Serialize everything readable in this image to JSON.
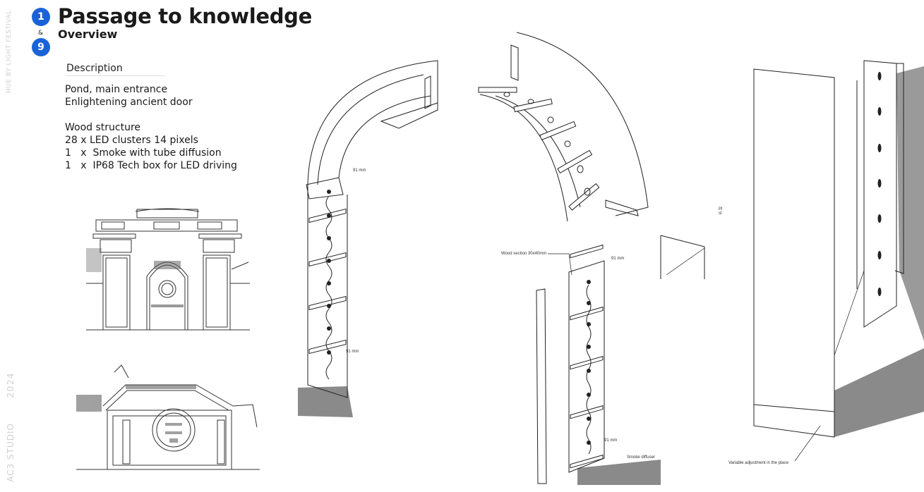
{
  "sidebar": {
    "festival": "HUE BY LIGHT FESTIVAL",
    "year": "2024",
    "studio": "AC3 STUDIO"
  },
  "badges": {
    "first": "1",
    "joiner": "&",
    "second": "9"
  },
  "header": {
    "title": "Passage to knowledge",
    "subtitle": "Overview"
  },
  "description": {
    "heading": "Description",
    "lines": [
      "Pond, main entrance",
      "Enlightening ancient door",
      "Wood structure",
      "28 x LED clusters 14 pixels",
      "1   x  Smoke with tube diffusion",
      "1   x  IP68 Tech box for LED driving"
    ]
  },
  "annotations": {
    "dim_top": "91 mm",
    "dim_bottom": "91 mm",
    "dim_front": "91 mm",
    "dim_front_bottom": "91 mm",
    "wood_section": "Wood section 30x40mm",
    "smoke_diffuser": "Smoke diffuser",
    "variable_adjustment": "Variable adjustment  in the place",
    "partial_label_a": "Pl",
    "partial_label_b": "sl"
  },
  "colors": {
    "accent": "#1a63d6",
    "shadow": "#8a8a8a",
    "line": "#222222"
  }
}
